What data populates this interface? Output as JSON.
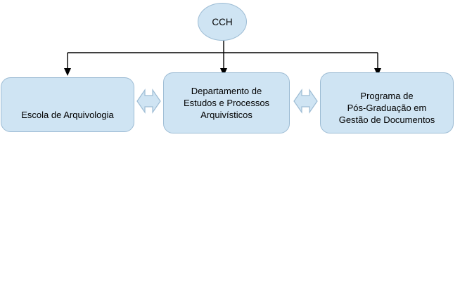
{
  "diagram": {
    "type": "organizational-hierarchy",
    "root": {
      "id": "cch",
      "label": "CCH",
      "shape": "ellipse"
    },
    "children": [
      {
        "id": "escola",
        "label": "Escola de Arquivologia",
        "shape": "rounded-rectangle"
      },
      {
        "id": "departamento",
        "label": "Departamento de\nEstudos e Processos\nArquivísticos",
        "shape": "rounded-rectangle"
      },
      {
        "id": "programa",
        "label": "Programa de\nPós-Graduação em\nGestão de Documentos",
        "shape": "rounded-rectangle"
      }
    ],
    "connectors": {
      "tree_label": "hierarchy-bus-with-arrows",
      "peer_links": [
        {
          "id": "escola-departamento",
          "label": "double-headed-arrow"
        },
        {
          "id": "departamento-programa",
          "label": "double-headed-arrow"
        }
      ]
    },
    "colors": {
      "node_fill": "#cfe4f3",
      "node_border": "#9dbcd4",
      "connector": "#000000",
      "background": "#ffffff",
      "text": "#000000"
    }
  }
}
